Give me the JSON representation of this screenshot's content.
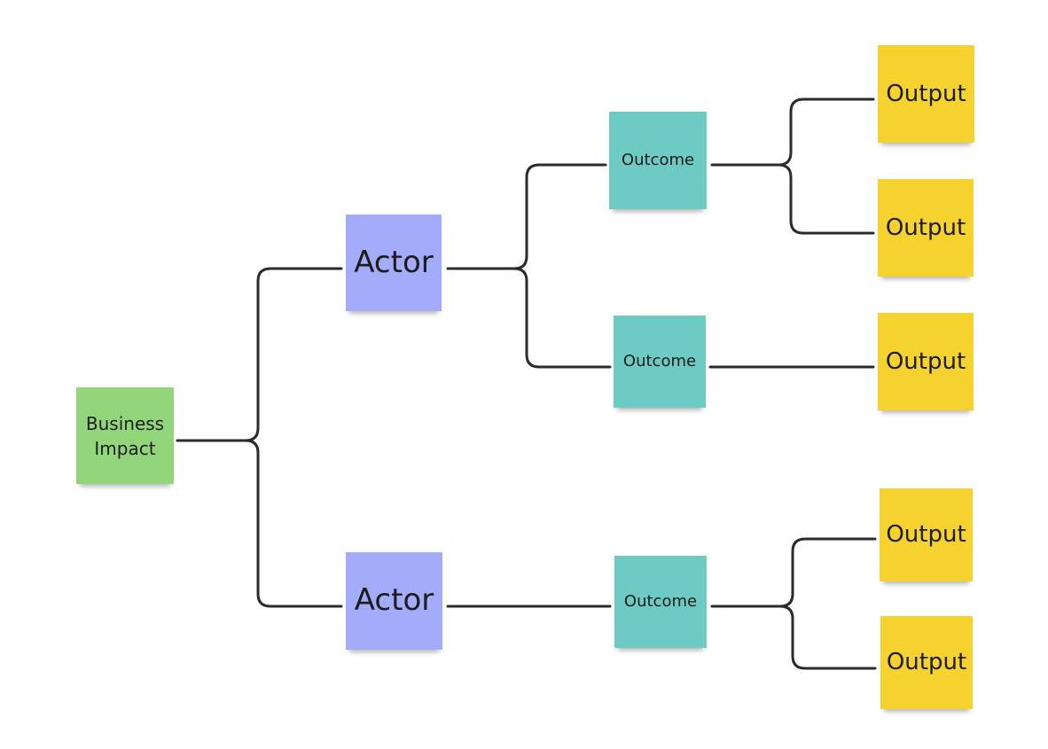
{
  "diagram": {
    "colors": {
      "impact": "#93d57b",
      "actor": "#a3acfa",
      "outcome": "#6dcbc4",
      "output": "#f6d22f",
      "connector": "#2b2b2b",
      "background": "#ffffff"
    },
    "impact": {
      "label": "Business\nImpact"
    },
    "actors": [
      {
        "label": "Actor"
      },
      {
        "label": "Actor"
      }
    ],
    "outcomes": [
      {
        "label": "Outcome"
      },
      {
        "label": "Outcome"
      },
      {
        "label": "Outcome"
      }
    ],
    "outputs": [
      {
        "label": "Output"
      },
      {
        "label": "Output"
      },
      {
        "label": "Output"
      },
      {
        "label": "Output"
      },
      {
        "label": "Output"
      }
    ]
  }
}
